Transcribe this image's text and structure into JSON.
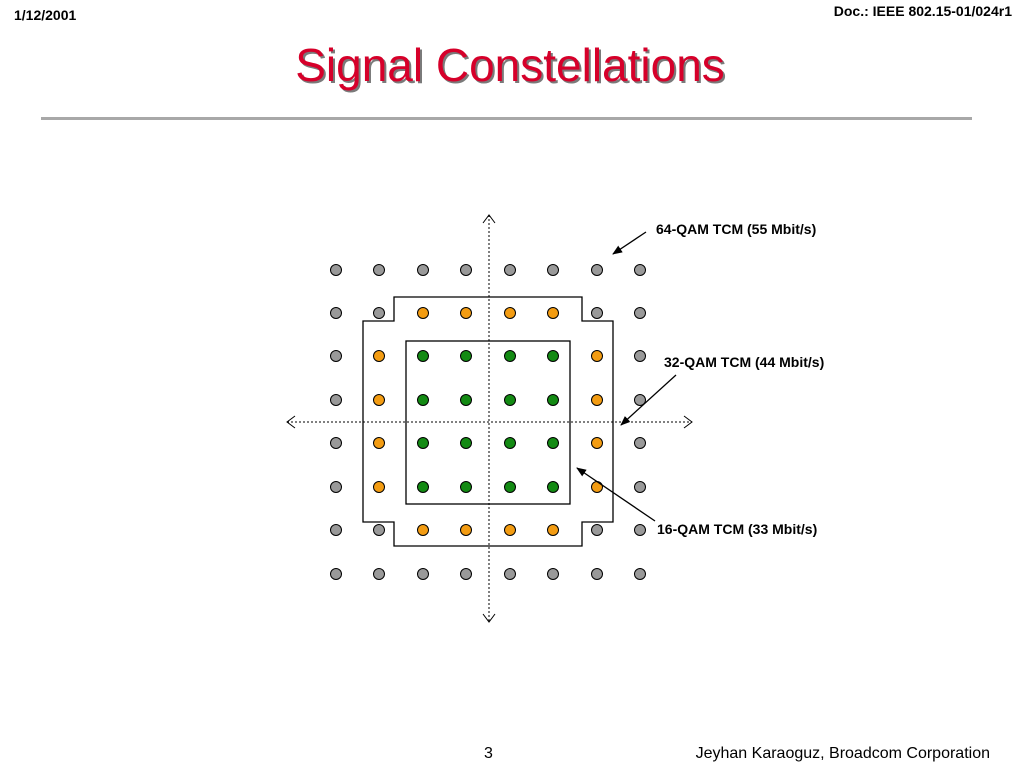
{
  "header": {
    "date": "1/12/2001",
    "doc_id": "Doc.: IEEE 802.15-01/024r1"
  },
  "title": "Signal Constellations",
  "colors": {
    "title": "#d6002a",
    "qam64_outer": "#999999",
    "qam32_ring": "#f39c12",
    "qam16_inner": "#138a13"
  },
  "labels": {
    "qam64": "64-QAM TCM (55 Mbit/s)",
    "qam32": "32-QAM TCM (44 Mbit/s)",
    "qam16": "16-QAM TCM (33 Mbit/s)"
  },
  "constellation": {
    "grid_size": 8,
    "inner_16": "center 4x4 points",
    "ring_32": "16-QAM plus 16 surrounding points (corner 2x2 excluded)",
    "outer_64": "full 8x8 grid"
  },
  "footer": {
    "page_number": "3",
    "author": "Jeyhan Karaoguz, Broadcom Corporation"
  }
}
